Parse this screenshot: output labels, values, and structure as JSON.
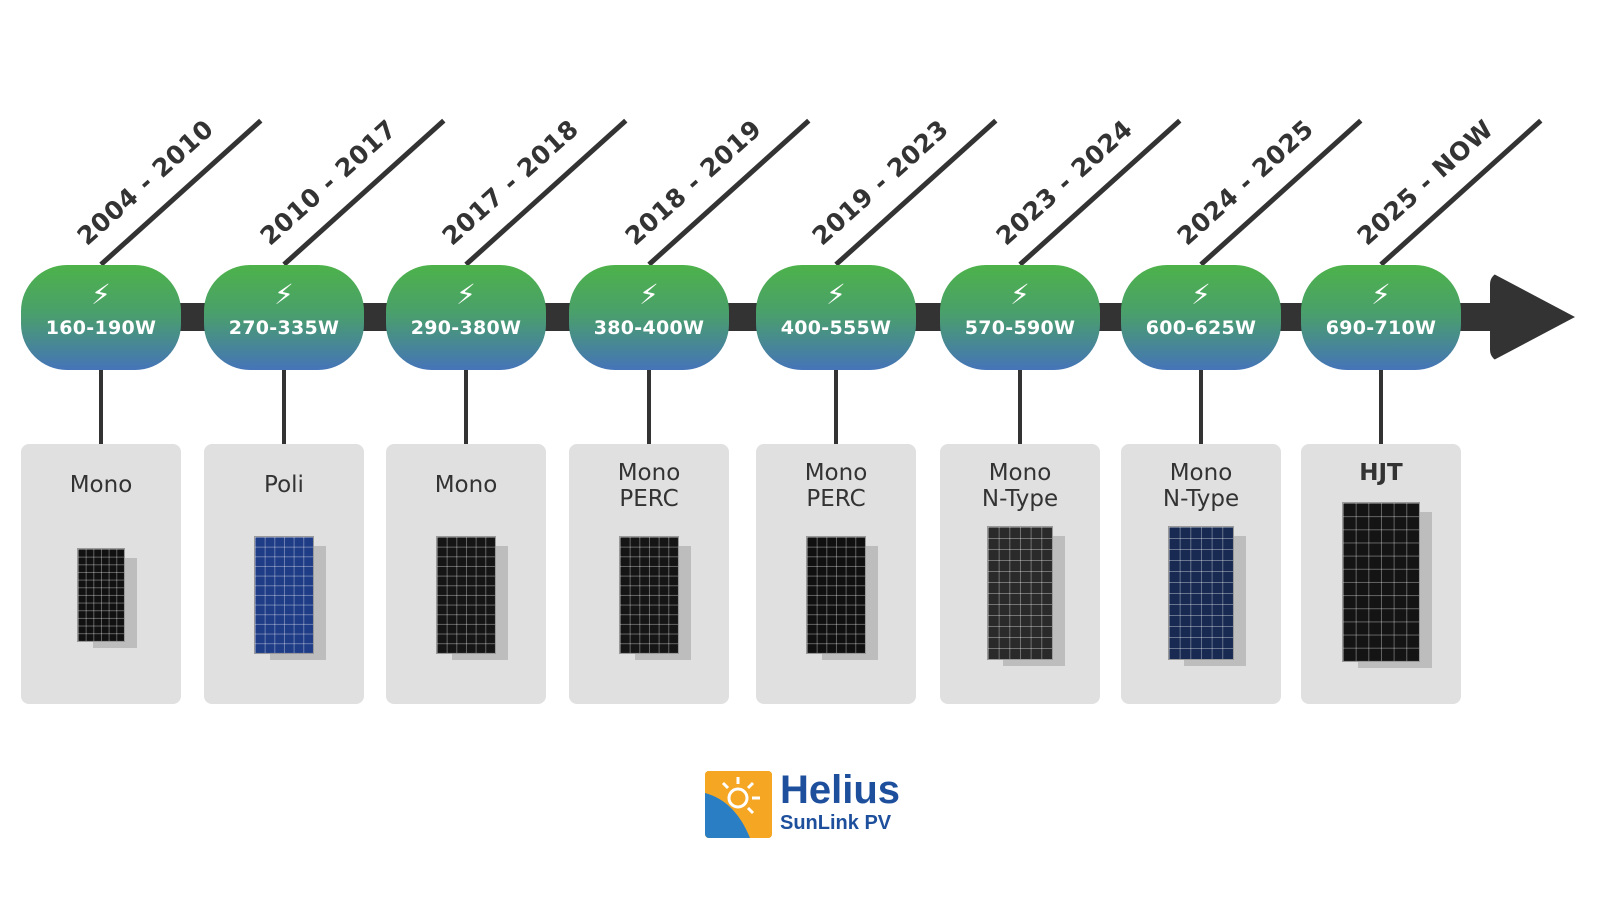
{
  "timeline": [
    {
      "years": "2004 - 2010",
      "power": "160-190W",
      "type": [
        "Mono"
      ],
      "panel_color": "#111111",
      "panel_size": "small"
    },
    {
      "years": "2010 - 2017",
      "power": "270-335W",
      "type": [
        "Poli"
      ],
      "panel_color": "#1f3c86",
      "panel_size": "medium"
    },
    {
      "years": "2017 - 2018",
      "power": "290-380W",
      "type": [
        "Mono"
      ],
      "panel_color": "#151515",
      "panel_size": "medium"
    },
    {
      "years": "2018 - 2019",
      "power": "380-400W",
      "type": [
        "Mono",
        "PERC"
      ],
      "panel_color": "#151515",
      "panel_size": "medium"
    },
    {
      "years": "2019 - 2023",
      "power": "400-555W",
      "type": [
        "Mono",
        "PERC"
      ],
      "panel_color": "#101010",
      "panel_size": "medium"
    },
    {
      "years": "2023 - 2024",
      "power": "570-590W",
      "type": [
        "Mono",
        "N-Type"
      ],
      "panel_color": "#2a2a2a",
      "panel_size": "large"
    },
    {
      "years": "2024 - 2025",
      "power": "600-625W",
      "type": [
        "Mono",
        "N-Type"
      ],
      "panel_color": "#182a52",
      "panel_size": "large"
    },
    {
      "years": "2025 - NOW",
      "power": "690-710W",
      "type": [
        "HJT"
      ],
      "panel_color": "#141414",
      "panel_size": "xlarge"
    }
  ],
  "icons": {
    "bolt": "⚡"
  },
  "logo": {
    "name": "Helius",
    "sub": "SunLink PV",
    "blue": "#1d4f9c",
    "orange": "#f5a623"
  }
}
